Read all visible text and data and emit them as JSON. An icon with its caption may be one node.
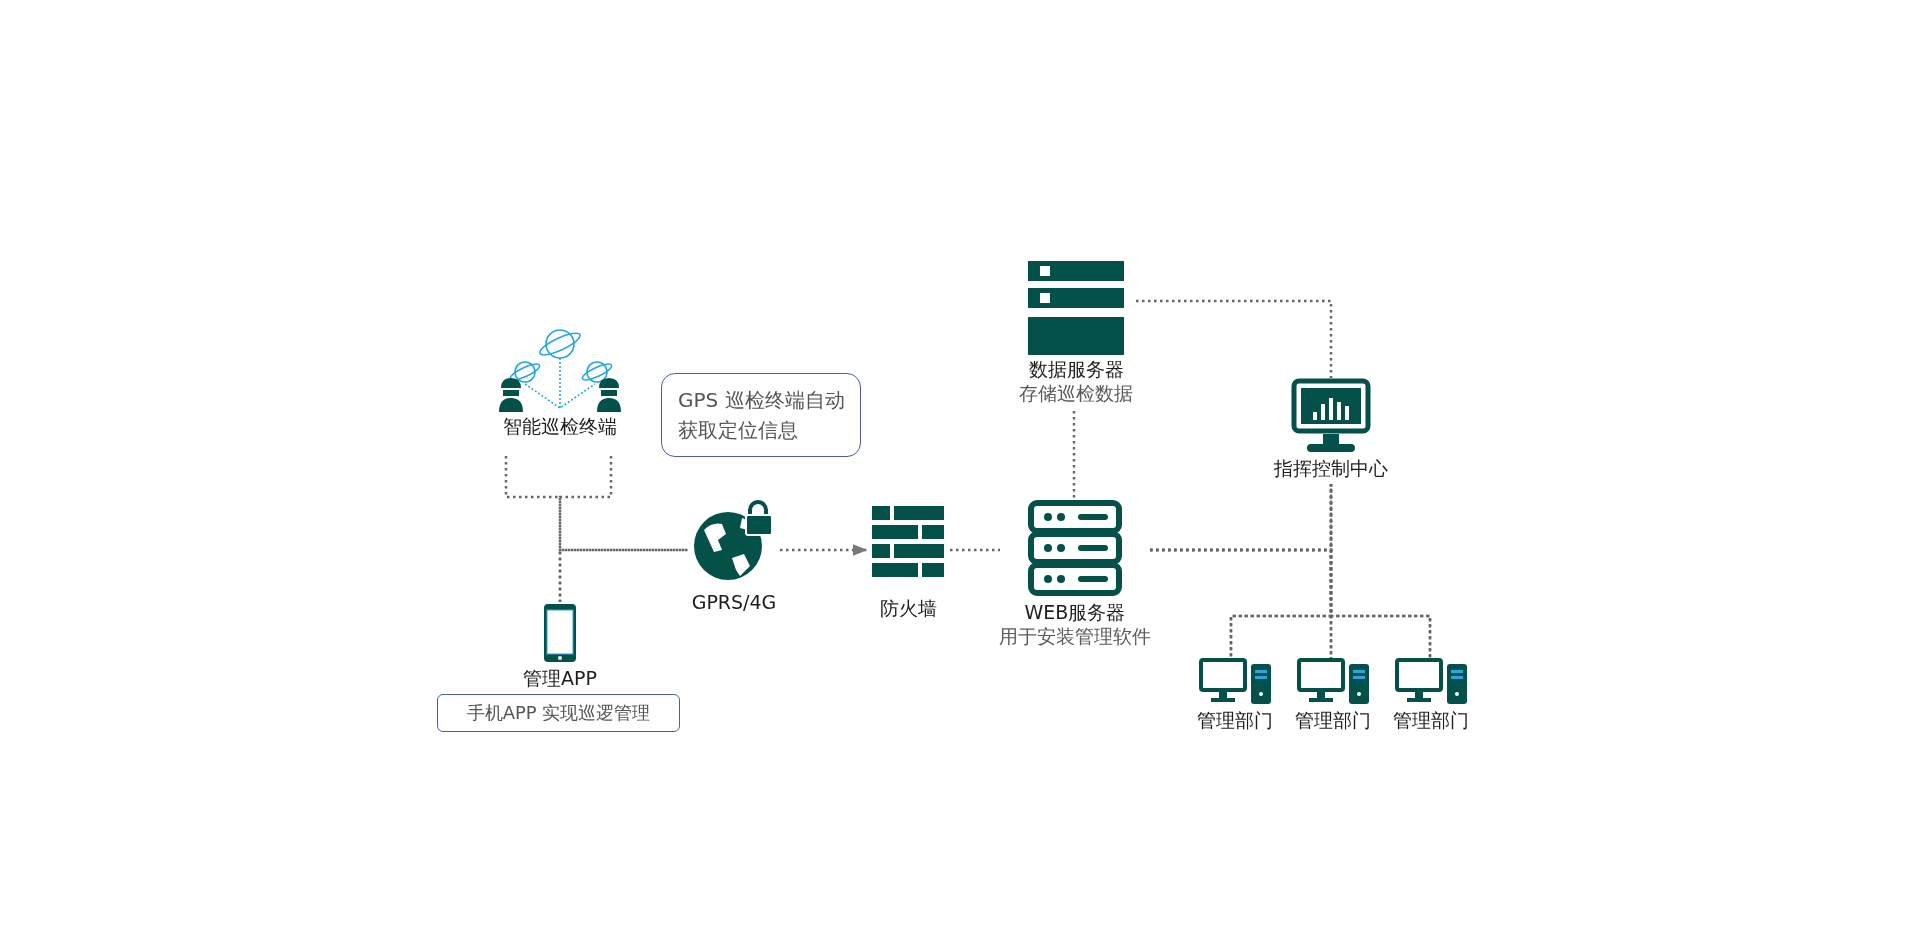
{
  "diagram": {
    "nodes": [
      {
        "text": [
          "智能巡检终端"
        ]
      },
      {
        "text": [
          "GPS 巡检终端自动获取定位信息"
        ]
      },
      {
        "text": [
          "管理APP"
        ]
      },
      {
        "text": [
          "手机APP 实现巡逻管理"
        ]
      },
      {
        "text": [
          "GPRS/4G"
        ]
      },
      {
        "text": [
          "防火墙"
        ]
      },
      {
        "text": [
          "数据服务器",
          "存储巡检数据"
        ]
      },
      {
        "text": [
          "WEB服务器",
          "用于安装管理软件"
        ]
      },
      {
        "text": [
          "指挥控制中心"
        ]
      },
      {
        "text": [
          "管理部门"
        ]
      },
      {
        "text": [
          "管理部门"
        ]
      },
      {
        "text": [
          "管理部门"
        ]
      }
    ],
    "edges": [
      {
        "from": 0,
        "to": 2,
        "arrow": "none"
      },
      {
        "from": 0,
        "to": 4,
        "arrow": "none"
      },
      {
        "from": 2,
        "to": 4,
        "arrow": "none"
      },
      {
        "from": 4,
        "to": 5,
        "arrow": "to"
      },
      {
        "from": 5,
        "to": 7,
        "arrow": "none"
      },
      {
        "from": 6,
        "to": 7,
        "arrow": "none"
      },
      {
        "from": 6,
        "to": 8,
        "arrow": "none"
      },
      {
        "from": 7,
        "to": 8,
        "arrow": "none"
      },
      {
        "from": 8,
        "to": 9,
        "arrow": "none"
      },
      {
        "from": 8,
        "to": 10,
        "arrow": "none"
      },
      {
        "from": 8,
        "to": 11,
        "arrow": "none"
      },
      {
        "from": 7,
        "to": 9,
        "arrow": "none"
      },
      {
        "from": 7,
        "to": 10,
        "arrow": "none"
      },
      {
        "from": 7,
        "to": 11,
        "arrow": "none"
      }
    ]
  }
}
